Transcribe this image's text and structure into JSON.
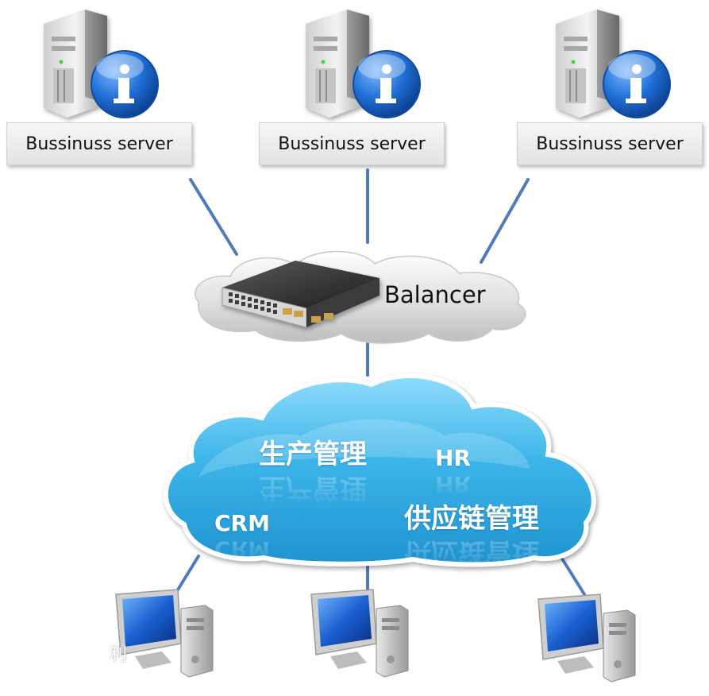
{
  "servers": [
    {
      "label": "Bussinuss server"
    },
    {
      "label": "Bussinuss server"
    },
    {
      "label": "Bussinuss server"
    }
  ],
  "balancer": {
    "label": "Balancer"
  },
  "cloud": {
    "labels": [
      "生产管理",
      "HR",
      "CRM",
      "供应链管理"
    ],
    "color": "#2fa9de"
  },
  "clients": [
    {
      "icon": "desktop-computer-icon"
    },
    {
      "icon": "desktop-computer-icon"
    },
    {
      "icon": "desktop-computer-icon"
    }
  ],
  "watermark": "利",
  "colors": {
    "link_line": "#4f7bbd",
    "info_badge": "#1f6fd6"
  }
}
